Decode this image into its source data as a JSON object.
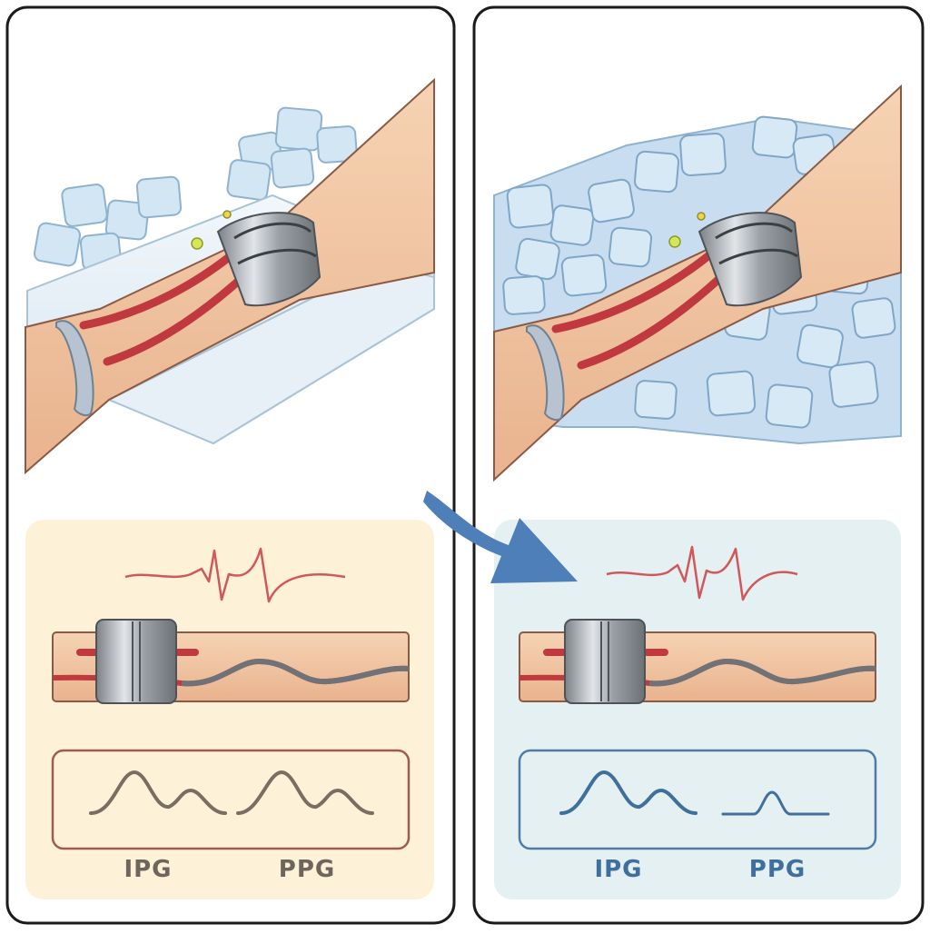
{
  "panels": [
    {
      "id": "baseline",
      "accent": "#8a6e5e",
      "box_fill": "#fdf1d8",
      "labels": {
        "ipg": "IPG",
        "ppg": "PPG"
      },
      "label_color": "#6e665c"
    },
    {
      "id": "cooled",
      "accent": "#4f7ca6",
      "box_fill": "#e4f0f1",
      "labels": {
        "ipg": "IPG",
        "ppg": "PPG"
      },
      "label_color": "#3f6f9c"
    }
  ],
  "colors": {
    "skin": "#f3c8a4",
    "skin_shade": "#e8b08a",
    "vessel": "#c0393f",
    "sensor_band": "#a9aeb3",
    "ice": "#cfe3f2",
    "ice_edge": "#8fb3cf",
    "arrow": "#4f7fb8",
    "ecg": "#d0575a"
  }
}
